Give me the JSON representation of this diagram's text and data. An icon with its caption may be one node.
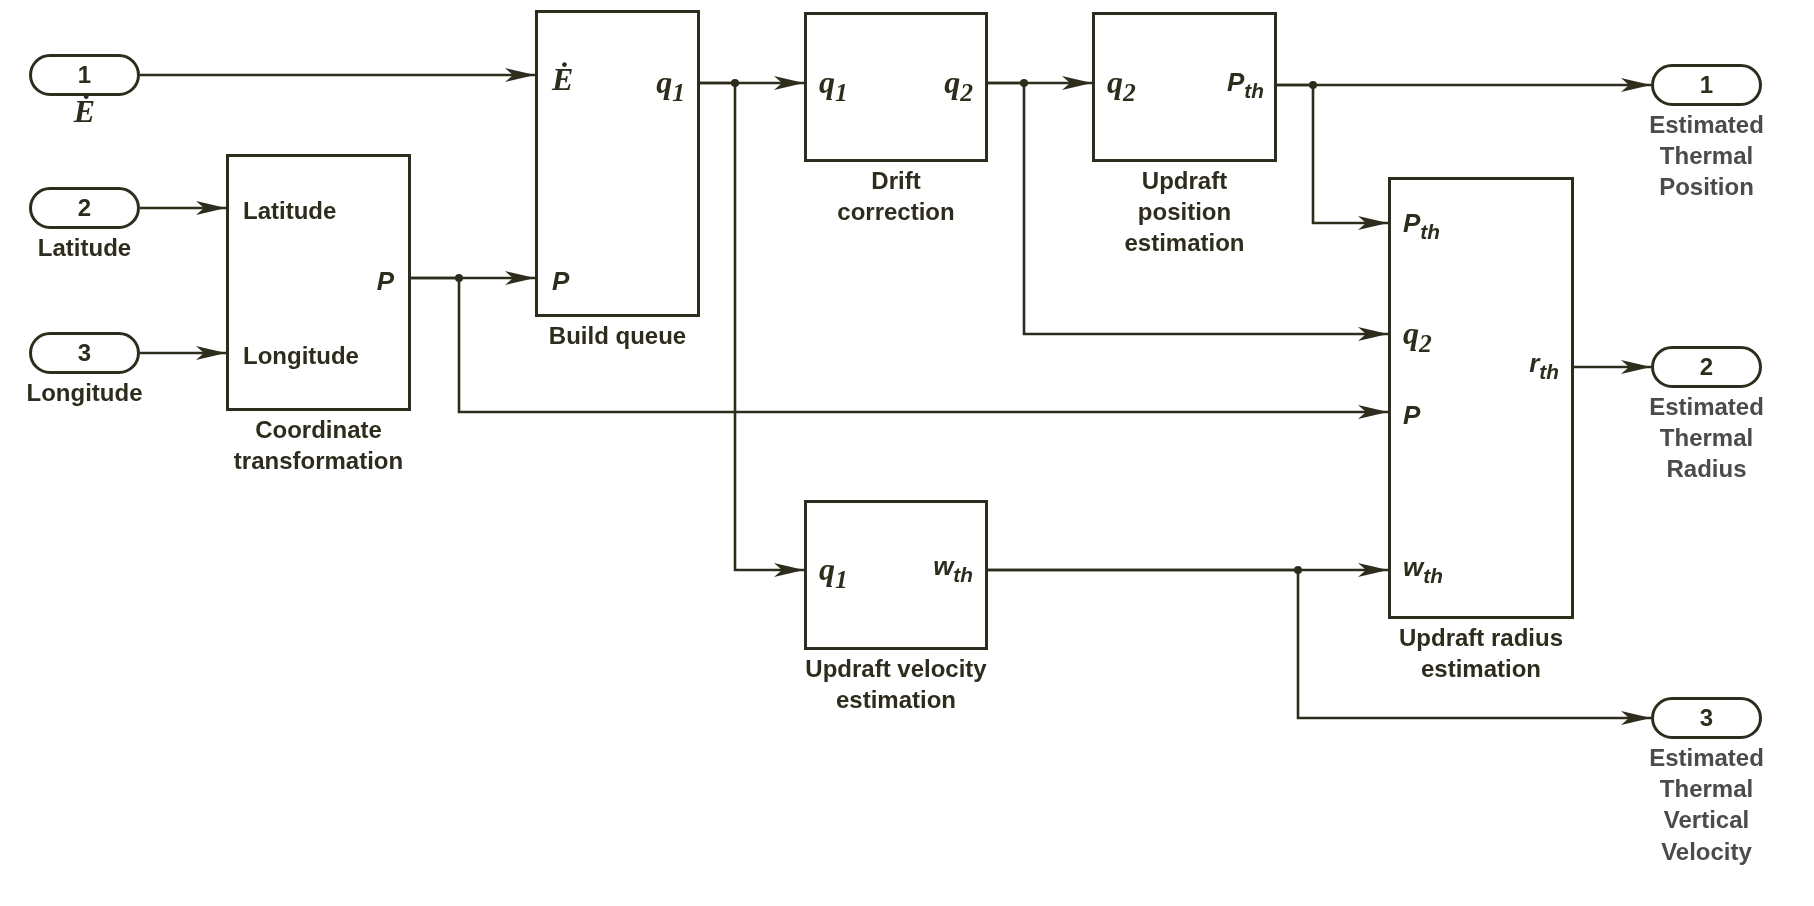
{
  "diagram": {
    "nodes": [
      {
        "text": [
          "1"
        ],
        "beside": [
          "Ė"
        ]
      },
      {
        "text": [
          "2"
        ],
        "beside": [
          "Latitude"
        ]
      },
      {
        "text": [
          "3"
        ],
        "beside": [
          "Longitude"
        ]
      },
      {
        "text": [
          "Latitude",
          "Longitude",
          "P"
        ],
        "beside": [
          "Coordinate transformation"
        ]
      },
      {
        "text": [
          "Ė",
          "q$_{1}$",
          "P"
        ],
        "beside": [
          "Build queue"
        ]
      },
      {
        "text": [
          "q$_{1}$",
          "q$_{2}$"
        ],
        "beside": [
          "Drift correction"
        ]
      },
      {
        "text": [
          "q$_{2}$",
          "P$_{th}$"
        ],
        "beside": [
          "Updraft position estimation"
        ]
      },
      {
        "text": [
          "q$_{1}$",
          "w$_{th}$"
        ],
        "beside": [
          "Updraft velocity estimation"
        ]
      },
      {
        "text": [
          "P$_{th}$",
          "q$_{2}$",
          "r$_{th}$",
          "P",
          "w$_{th}$"
        ],
        "beside": [
          "Updraft radius estimation"
        ]
      },
      {
        "text": [
          "1"
        ],
        "beside": [
          "Estimated Thermal Position"
        ]
      },
      {
        "text": [
          "2"
        ],
        "beside": [
          "Estimated Thermal Radius"
        ]
      },
      {
        "text": [
          "3"
        ],
        "beside": [
          "Estimated Thermal Vertical Velocity"
        ]
      }
    ],
    "edges": [
      {
        "from": 0,
        "to": 4,
        "arrow": "to"
      },
      {
        "from": 1,
        "to": 3,
        "arrow": "to"
      },
      {
        "from": 2,
        "to": 3,
        "arrow": "to"
      },
      {
        "from": 3,
        "to": 4,
        "arrow": "to"
      },
      {
        "from": 3,
        "to": 8,
        "arrow": "to"
      },
      {
        "from": 4,
        "to": 5,
        "arrow": "to"
      },
      {
        "from": 4,
        "to": 7,
        "arrow": "to"
      },
      {
        "from": 5,
        "to": 6,
        "arrow": "to"
      },
      {
        "from": 5,
        "to": 8,
        "arrow": "to"
      },
      {
        "from": 6,
        "to": 9,
        "arrow": "to"
      },
      {
        "from": 6,
        "to": 8,
        "arrow": "to"
      },
      {
        "from": 7,
        "to": 8,
        "arrow": "to"
      },
      {
        "from": 7,
        "to": 11,
        "arrow": "to"
      },
      {
        "from": 8,
        "to": 10,
        "arrow": "to"
      }
    ]
  }
}
